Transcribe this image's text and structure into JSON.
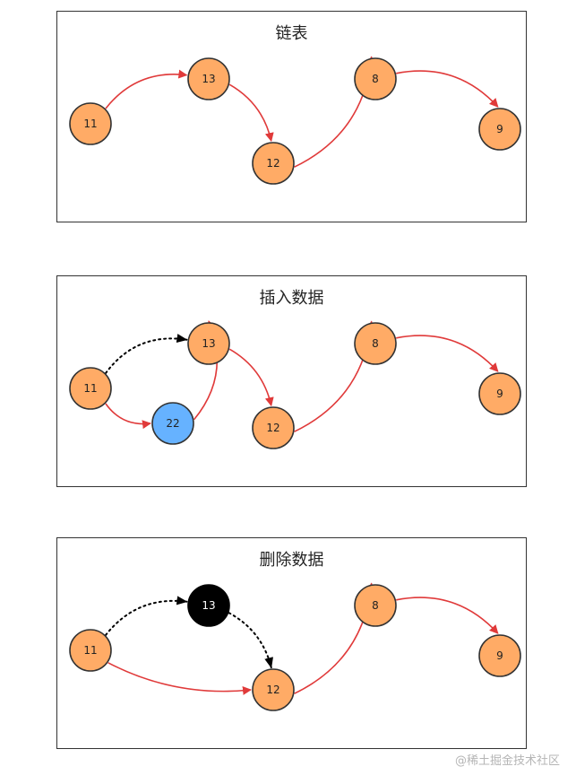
{
  "colors": {
    "node_orange": "#ffab66",
    "node_blue": "#66b2ff",
    "node_black": "#000000",
    "arrow_red": "#e03a3a",
    "arrow_dotted": "#000000",
    "border": "#333333"
  },
  "panels": [
    {
      "title": "链表",
      "nodes": [
        {
          "id": "n11",
          "label": "11",
          "style": "orange"
        },
        {
          "id": "n13",
          "label": "13",
          "style": "orange"
        },
        {
          "id": "n12",
          "label": "12",
          "style": "orange"
        },
        {
          "id": "n8",
          "label": "8",
          "style": "orange"
        },
        {
          "id": "n9",
          "label": "9",
          "style": "orange"
        }
      ],
      "edges": [
        {
          "from": "n11",
          "to": "n13",
          "style": "solid"
        },
        {
          "from": "n13",
          "to": "n12",
          "style": "solid"
        },
        {
          "from": "n12",
          "to": "n8",
          "style": "solid"
        },
        {
          "from": "n8",
          "to": "n9",
          "style": "solid"
        }
      ]
    },
    {
      "title": "插入数据",
      "nodes": [
        {
          "id": "n11",
          "label": "11",
          "style": "orange"
        },
        {
          "id": "n13",
          "label": "13",
          "style": "orange"
        },
        {
          "id": "n22",
          "label": "22",
          "style": "blue"
        },
        {
          "id": "n12",
          "label": "12",
          "style": "orange"
        },
        {
          "id": "n8",
          "label": "8",
          "style": "orange"
        },
        {
          "id": "n9",
          "label": "9",
          "style": "orange"
        }
      ],
      "edges": [
        {
          "from": "n11",
          "to": "n13",
          "style": "dotted"
        },
        {
          "from": "n11",
          "to": "n22",
          "style": "solid"
        },
        {
          "from": "n22",
          "to": "n13",
          "style": "solid"
        },
        {
          "from": "n13",
          "to": "n12",
          "style": "solid"
        },
        {
          "from": "n12",
          "to": "n8",
          "style": "solid"
        },
        {
          "from": "n8",
          "to": "n9",
          "style": "solid"
        }
      ]
    },
    {
      "title": "删除数据",
      "nodes": [
        {
          "id": "n11",
          "label": "11",
          "style": "orange"
        },
        {
          "id": "n13",
          "label": "13",
          "style": "black"
        },
        {
          "id": "n12",
          "label": "12",
          "style": "orange"
        },
        {
          "id": "n8",
          "label": "8",
          "style": "orange"
        },
        {
          "id": "n9",
          "label": "9",
          "style": "orange"
        }
      ],
      "edges": [
        {
          "from": "n11",
          "to": "n13",
          "style": "dotted"
        },
        {
          "from": "n13",
          "to": "n12",
          "style": "dotted"
        },
        {
          "from": "n11",
          "to": "n12",
          "style": "solid"
        },
        {
          "from": "n12",
          "to": "n8",
          "style": "solid"
        },
        {
          "from": "n8",
          "to": "n9",
          "style": "solid"
        }
      ]
    }
  ],
  "watermark": "@稀土掘金技术社区"
}
